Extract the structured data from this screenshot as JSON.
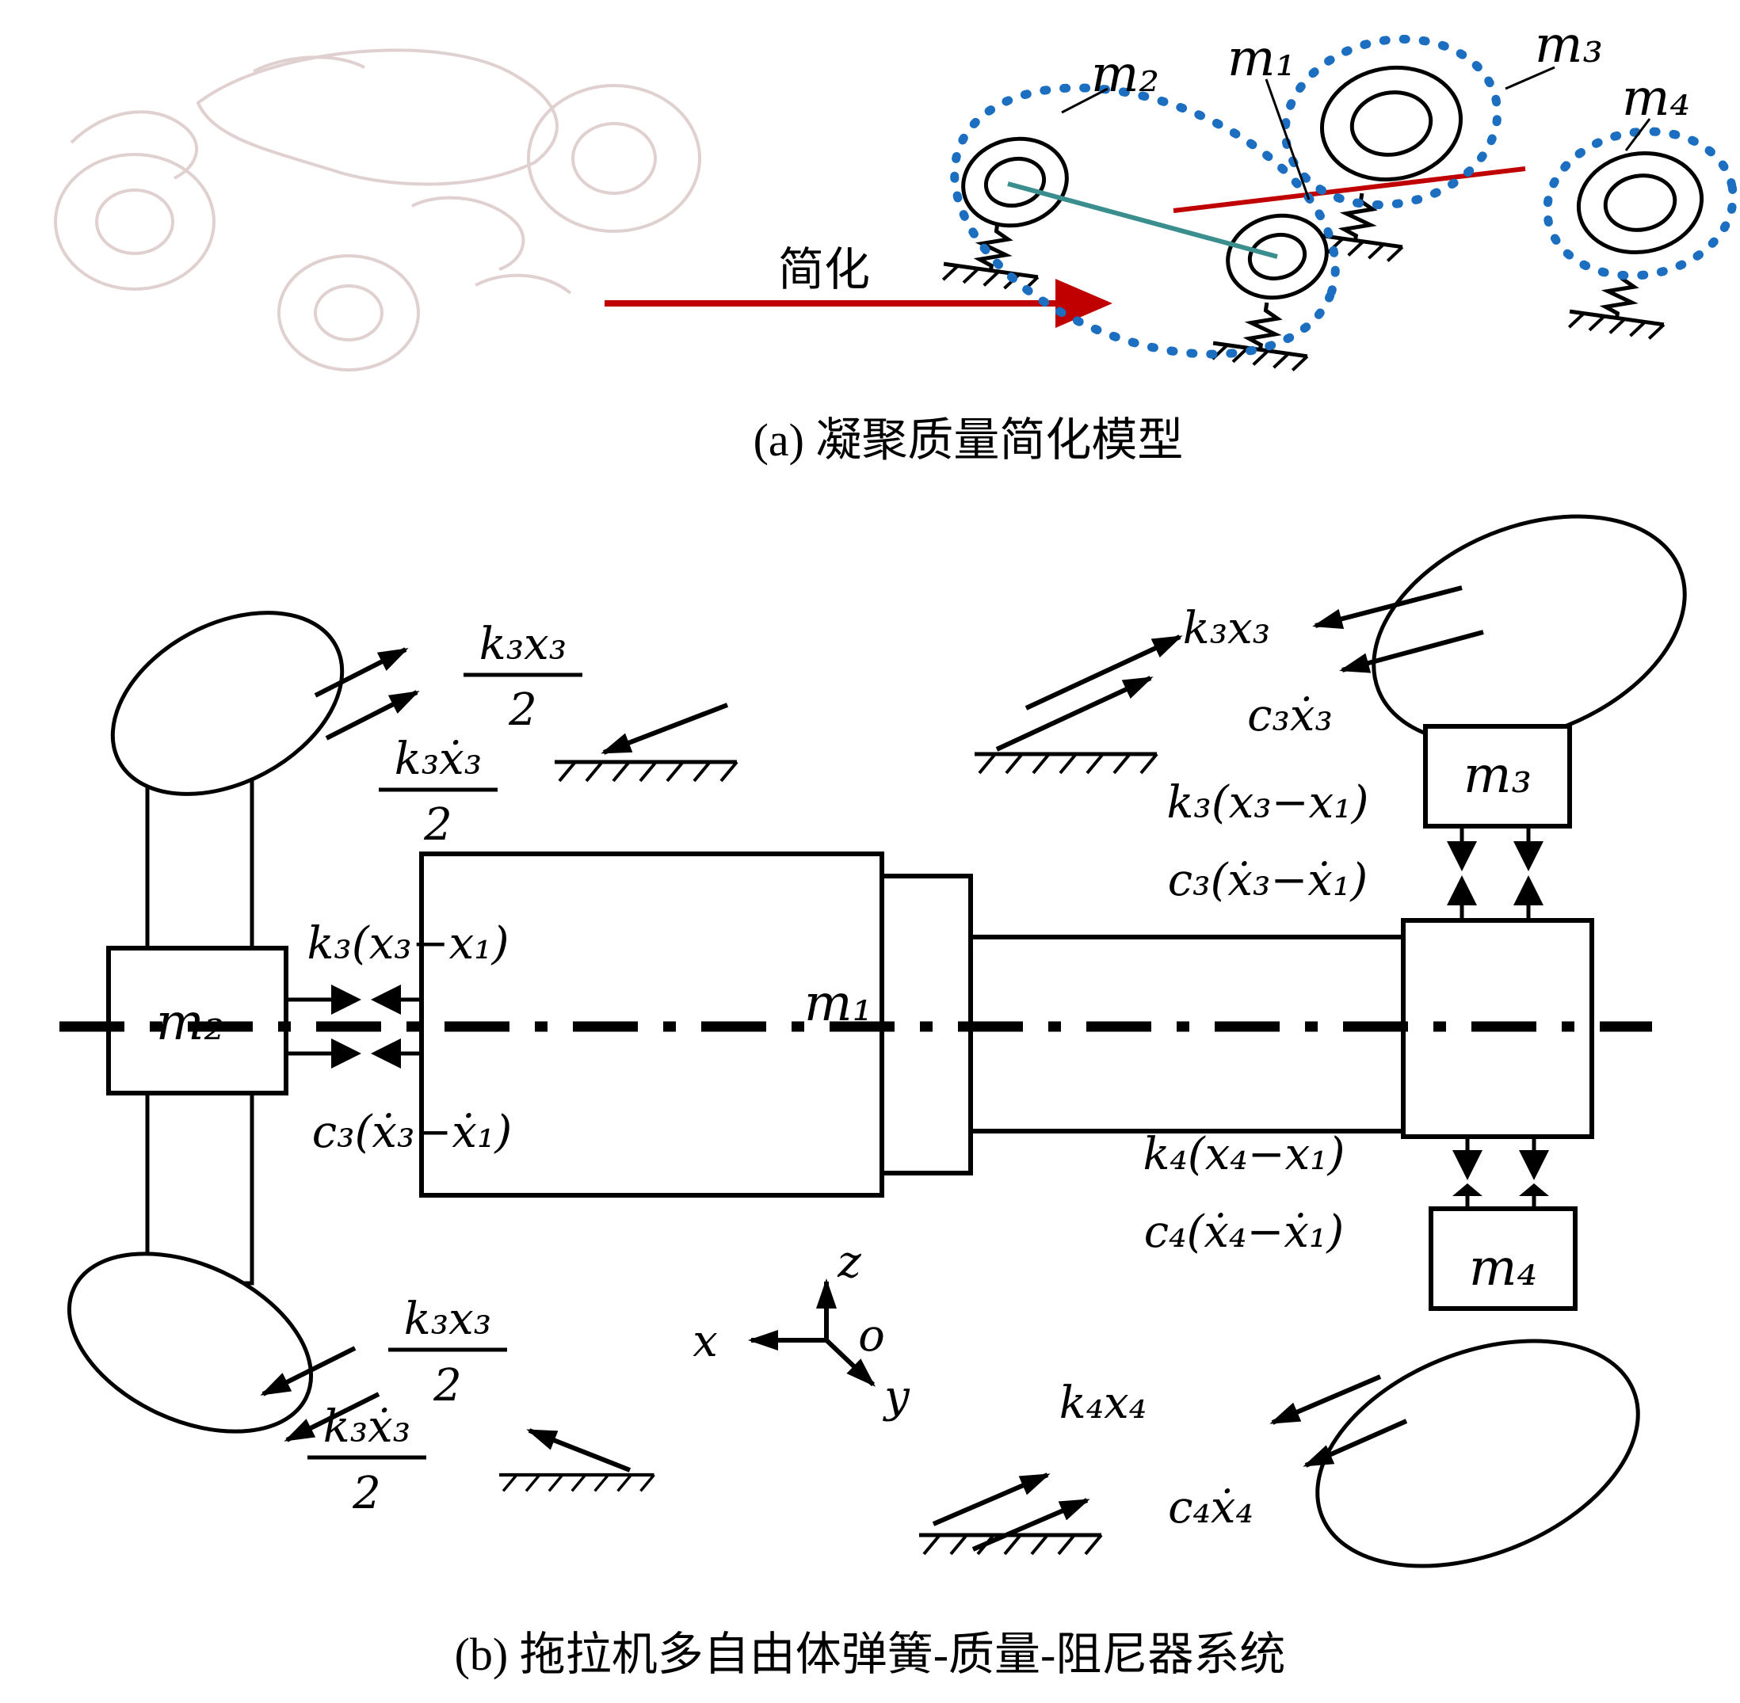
{
  "panel_a": {
    "caption": "(a) 凝聚质量简化模型",
    "simplify_arrow_label": "简化",
    "mass_labels": {
      "m1": "m₁",
      "m2": "m₂",
      "m3": "m₃",
      "m4": "m₄"
    }
  },
  "panel_b": {
    "caption": "(b) 拖拉机多自由体弹簧-质量-阻尼器系统",
    "mass_labels": {
      "m1": "m₁",
      "m2": "m₂",
      "m3": "m₃",
      "m4": "m₄"
    },
    "force_labels": {
      "tl_spring_num": "k₃x₃",
      "tl_spring_den": "2",
      "tl_damper_num": "k₃ẋ₃",
      "tl_damper_den": "2",
      "left_spring": "k₃(x₃−x₁)",
      "left_damper": "c₃(ẋ₃−ẋ₁)",
      "tr_spring": "k₃x₃",
      "tr_damper": "c₃ẋ₃",
      "right_spring3": "k₃(x₃−x₁)",
      "right_damper3": "c₃(ẋ₃−ẋ₁)",
      "right_spring4": "k₄(x₄−x₁)",
      "right_damper4": "c₄(ẋ₄−ẋ₁)",
      "br_spring": "k₄x₄",
      "br_damper": "c₄ẋ₄",
      "bl_spring_num": "k₃x₃",
      "bl_spring_den": "2",
      "bl_damper_num": "k₃ẋ₃",
      "bl_damper_den": "2"
    },
    "axes": {
      "x": "x",
      "y": "y",
      "z": "z",
      "origin": "o"
    }
  },
  "colors": {
    "mass_outline_blue": "#1c6fc0",
    "simplify_arrow_red": "#c00000",
    "link_line_red": "#c00000",
    "link_line_teal": "#3a8e8e",
    "sketch_faint": "#c2a3a3",
    "ink": "#000000"
  }
}
